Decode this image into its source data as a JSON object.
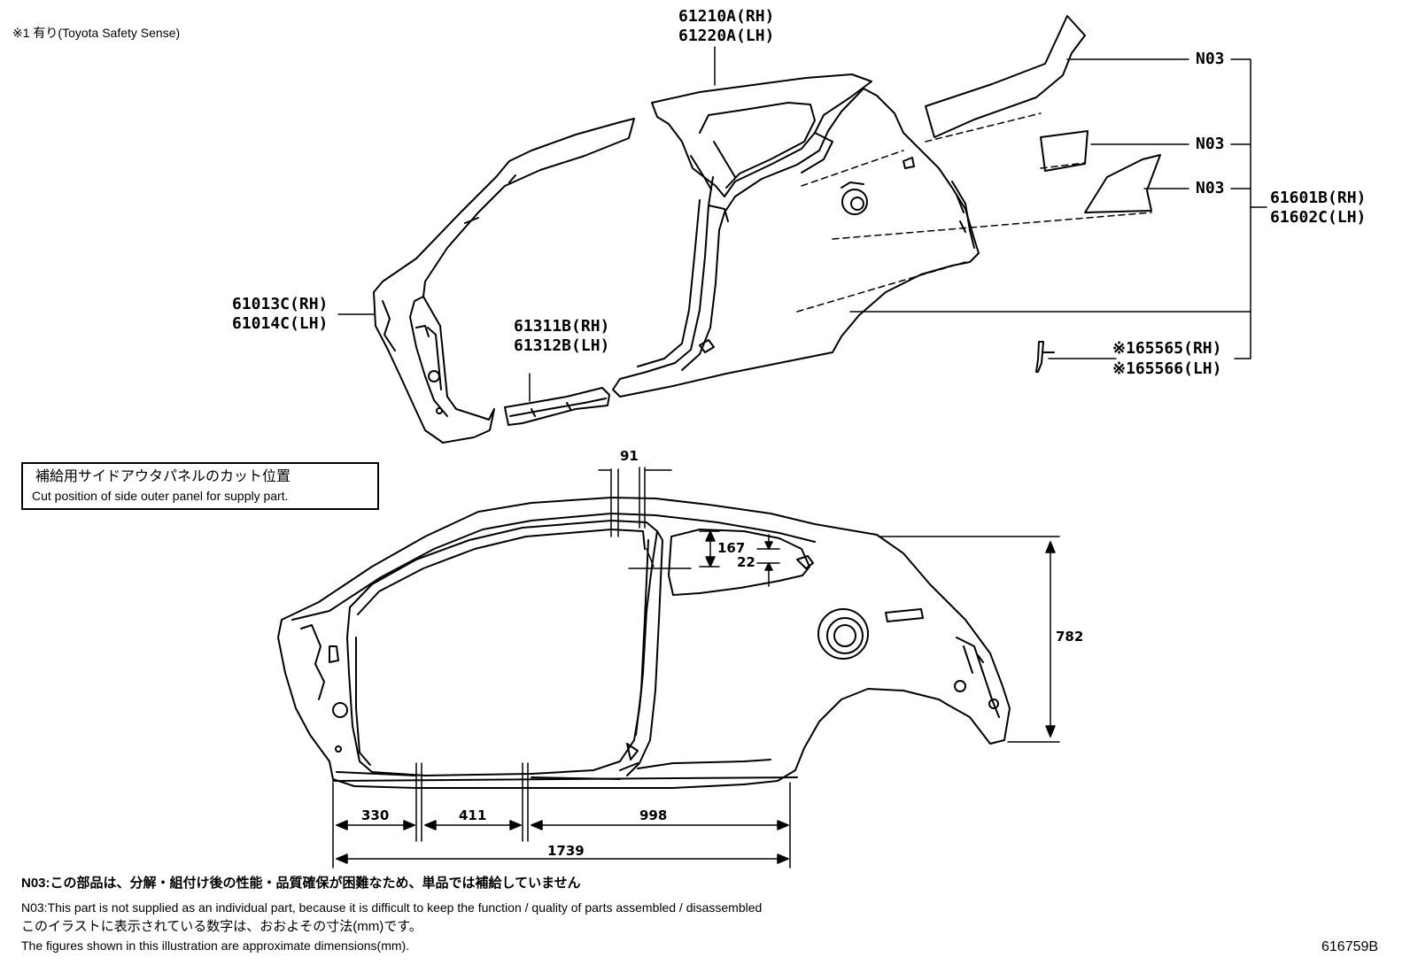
{
  "footnote_marker": "※1 有り(Toyota Safety Sense)",
  "parts": {
    "roof_side": {
      "rh": "61210A(RH)",
      "lh": "61220A(LH)"
    },
    "front_pillar": {
      "rh": "61013C(RH)",
      "lh": "61014C(LH)"
    },
    "rocker": {
      "rh": "61311B(RH)",
      "lh": "61312B(LH)"
    },
    "quarter_panel": {
      "rh": "61601B(RH)",
      "lh": "61602C(LH)"
    },
    "camera_bracket": {
      "rh": "※165565(RH)",
      "lh": "※165566(LH)"
    },
    "n03_labels": [
      "N03",
      "N03",
      "N03"
    ]
  },
  "cut_box": {
    "jp": "補給用サイドアウタパネルのカット位置",
    "en": "Cut position of side outer panel for supply part."
  },
  "dimensions": {
    "d91": "91",
    "d167": "167",
    "d22": "22",
    "d782": "782",
    "d330": "330",
    "d411": "411",
    "d998": "998",
    "d1739": "1739"
  },
  "notes": {
    "n03_jp": "N03:この部品は、分解・組付け後の性能・品質確保が困難なため、単品では補給していません",
    "n03_en": "N03:This part is not supplied as an individual part, because it is difficult to keep the function / quality of parts assembled / disassembled",
    "dims_jp": "このイラストに表示されている数字は、おおよその寸法(mm)です。",
    "dims_en": "The figures shown in this illustration are approximate dimensions(mm)."
  },
  "figure_id": "616759B"
}
